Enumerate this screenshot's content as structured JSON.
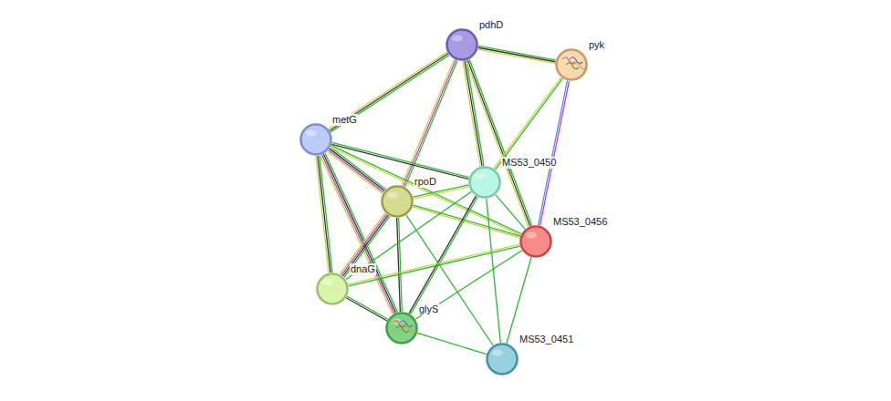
{
  "diagram": {
    "nodes": [
      {
        "text": [
          "pdhD"
        ]
      },
      {
        "text": [
          "pyk"
        ]
      },
      {
        "text": [
          "metG"
        ]
      },
      {
        "text": [
          "MS53_0450"
        ]
      },
      {
        "text": [
          "rpoD"
        ]
      },
      {
        "text": [
          "MS53_0456"
        ]
      },
      {
        "text": [
          "dnaG"
        ]
      },
      {
        "text": [
          "glyS"
        ]
      },
      {
        "text": [
          "MS53_0451"
        ]
      }
    ],
    "edges": [
      {
        "from": 0,
        "to": 1,
        "arrow": "none"
      },
      {
        "from": 0,
        "to": 2,
        "arrow": "none"
      },
      {
        "from": 0,
        "to": 4,
        "arrow": "none"
      },
      {
        "from": 0,
        "to": 3,
        "arrow": "none"
      },
      {
        "from": 0,
        "to": 5,
        "arrow": "none"
      },
      {
        "from": 1,
        "to": 3,
        "arrow": "none"
      },
      {
        "from": 1,
        "to": 5,
        "arrow": "none"
      },
      {
        "from": 2,
        "to": 3,
        "arrow": "none"
      },
      {
        "from": 2,
        "to": 4,
        "arrow": "none"
      },
      {
        "from": 2,
        "to": 5,
        "arrow": "none"
      },
      {
        "from": 2,
        "to": 6,
        "arrow": "none"
      },
      {
        "from": 2,
        "to": 7,
        "arrow": "none"
      },
      {
        "from": 4,
        "to": 3,
        "arrow": "none"
      },
      {
        "from": 4,
        "to": 5,
        "arrow": "none"
      },
      {
        "from": 4,
        "to": 6,
        "arrow": "none"
      },
      {
        "from": 4,
        "to": 7,
        "arrow": "none"
      },
      {
        "from": 4,
        "to": 8,
        "arrow": "none"
      },
      {
        "from": 3,
        "to": 5,
        "arrow": "none"
      },
      {
        "from": 3,
        "to": 6,
        "arrow": "none"
      },
      {
        "from": 3,
        "to": 7,
        "arrow": "none"
      },
      {
        "from": 3,
        "to": 8,
        "arrow": "none"
      },
      {
        "from": 5,
        "to": 6,
        "arrow": "none"
      },
      {
        "from": 5,
        "to": 7,
        "arrow": "none"
      },
      {
        "from": 5,
        "to": 8,
        "arrow": "none"
      },
      {
        "from": 6,
        "to": 7,
        "arrow": "none"
      },
      {
        "from": 7,
        "to": 8,
        "arrow": "none"
      }
    ]
  }
}
